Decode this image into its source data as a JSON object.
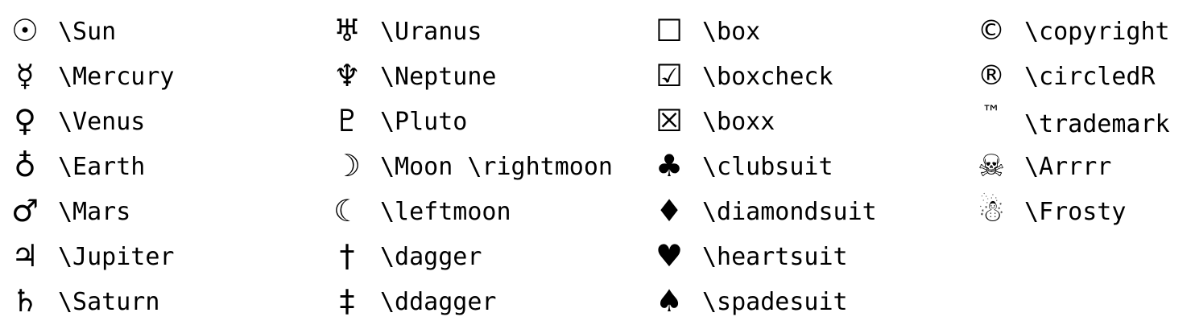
{
  "columns": [
    {
      "rows": [
        {
          "symbol": "☉",
          "command": "\\Sun"
        },
        {
          "symbol": "☿",
          "command": "\\Mercury"
        },
        {
          "symbol": "♀",
          "command": "\\Venus"
        },
        {
          "symbol": "♁",
          "command": "\\Earth"
        },
        {
          "symbol": "♂",
          "command": "\\Mars"
        },
        {
          "symbol": "♃",
          "command": "\\Jupiter"
        },
        {
          "symbol": "♄",
          "command": "\\Saturn"
        }
      ]
    },
    {
      "rows": [
        {
          "symbol": "♅",
          "command": "\\Uranus"
        },
        {
          "symbol": "♆",
          "command": "\\Neptune"
        },
        {
          "symbol": "♇",
          "command": "\\Pluto"
        },
        {
          "symbol": "☽",
          "command": "\\Moon \\rightmoon"
        },
        {
          "symbol": "☾",
          "command": "\\leftmoon"
        },
        {
          "symbol": "†",
          "command": "\\dagger"
        },
        {
          "symbol": "‡",
          "command": "\\ddagger"
        }
      ]
    },
    {
      "rows": [
        {
          "symbol": "☐",
          "command": "\\box"
        },
        {
          "symbol": "☑",
          "command": "\\boxcheck"
        },
        {
          "symbol": "☒",
          "command": "\\boxx"
        },
        {
          "symbol": "♣",
          "command": "\\clubsuit"
        },
        {
          "symbol": "♦",
          "command": "\\diamondsuit"
        },
        {
          "symbol": "♥",
          "command": "\\heartsuit"
        },
        {
          "symbol": "♠",
          "command": "\\spadesuit"
        }
      ]
    },
    {
      "rows": [
        {
          "symbol": "©",
          "command": "\\copyright"
        },
        {
          "symbol": "®",
          "command": "\\circledR"
        },
        {
          "symbol": "™",
          "command": "\\trademark"
        },
        {
          "symbol": "☠",
          "command": "\\Arrrr"
        },
        {
          "symbol": "☃",
          "command": "\\Frosty"
        }
      ]
    }
  ]
}
